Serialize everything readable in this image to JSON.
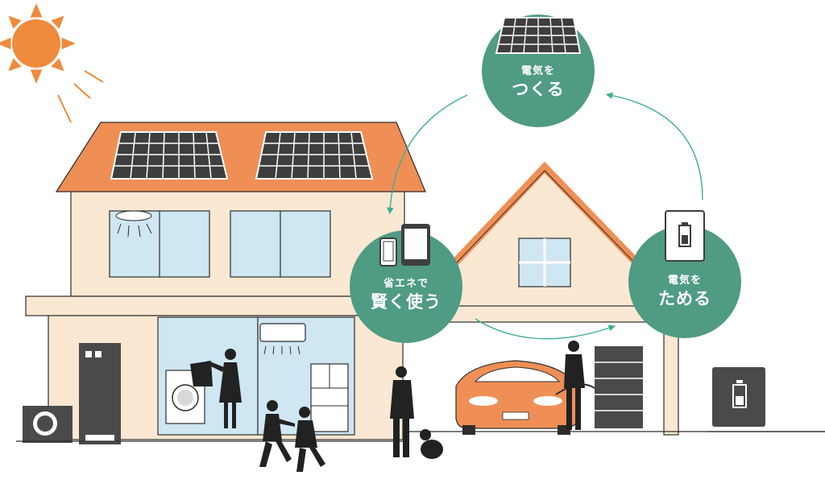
{
  "cycle": {
    "create": {
      "small": "電気を",
      "large": "つくる"
    },
    "use": {
      "small": "省エネで",
      "large": "賢く使う"
    },
    "store": {
      "small": "電気を",
      "large": "ためる"
    }
  },
  "colors": {
    "teal": "#4f9b84",
    "arrow_teal": "#3fae93",
    "roof_orange": "#ef8f55",
    "sun_orange": "#f08a3c",
    "wall_cream": "#fae8d2",
    "window_blue": "#cfe6f3",
    "dark_gray": "#4a4a4a",
    "car_orange": "#ef8f55"
  }
}
